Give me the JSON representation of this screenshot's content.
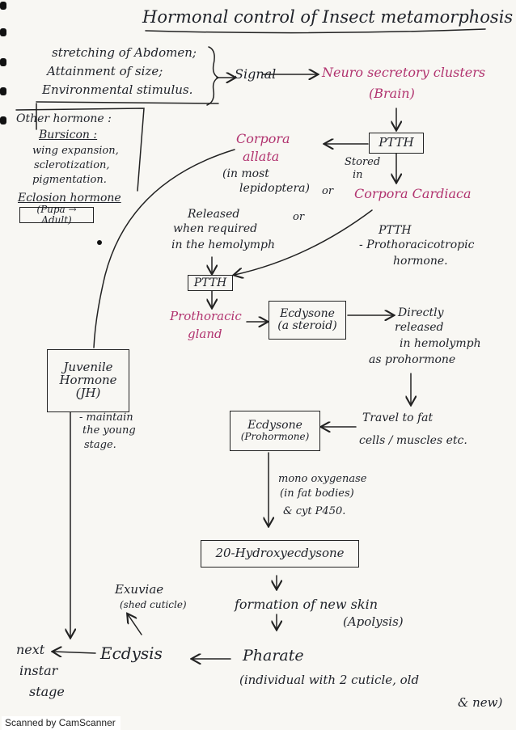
{
  "title": "Hormonal control of Insect metamorphosis",
  "stimuli": {
    "line1": "stretching of Abdomen;",
    "line2": "Attainment of size;",
    "line3": "Environmental stimulus."
  },
  "signal": "Signal",
  "neurosecretory": {
    "line1": "Neuro secretory clusters",
    "line2": "(Brain)"
  },
  "other_hormone": {
    "heading": "Other hormone :",
    "bursicon": "Bursicon :",
    "line1": "wing expansion,",
    "line2": "sclerotization,",
    "line3": "pigmentation.",
    "eclosion": "Eclosion hormone",
    "pupa": "(Pupa → Adult)"
  },
  "corpora_allata": {
    "line1": "Corpora",
    "line2": "allata",
    "note1": "(in most",
    "note2": "lepidoptera)",
    "or1": "or",
    "or2": "or"
  },
  "ptth_top": "PTTH",
  "stored_in": {
    "line1": "Stored",
    "line2": "in"
  },
  "corpora_cardiaca": "Corpora Cardiaca",
  "ptth_def": {
    "line1": "PTTH",
    "line2": "- Prothoracicotropic",
    "line3": "hormone."
  },
  "released": {
    "line1": "Released",
    "line2": "when required",
    "line3": "in the hemolymph"
  },
  "ptth_mid": "PTTH",
  "prothoracic": {
    "line1": "Prothoracic",
    "line2": "gland"
  },
  "ecdysone_box": {
    "line1": "Ecdysone",
    "line2": "(a steroid)"
  },
  "directly": {
    "line1": "Directly",
    "line2": "released",
    "line3": "in hemolymph",
    "line4": "as prohormone"
  },
  "juvenile": {
    "line1": "Juvenile",
    "line2": "Hormone",
    "line3": "(JH)"
  },
  "maintain": {
    "line1": "- maintain",
    "line2": "the young",
    "line3": "stage."
  },
  "travel": {
    "line1": "Travel to fat",
    "line2": "cells / muscles etc."
  },
  "ecdysone_pro": {
    "line1": "Ecdysone",
    "line2": "(Prohormone)"
  },
  "monooxygenase": {
    "line1": "mono oxygenase",
    "line2": "(in fat bodies)",
    "line3": "& cyt P450."
  },
  "hydroxy": "20-Hydroxyecdysone",
  "exuviae": {
    "line1": "Exuviae",
    "line2": "(shed cuticle)"
  },
  "formation": {
    "line1": "formation of new skin",
    "line2": "(Apolysis)"
  },
  "next_stage": {
    "line1": "next",
    "line2": "instar",
    "line3": "stage"
  },
  "ecdysis": "Ecdysis",
  "pharate": {
    "line1": "Pharate",
    "line2": "(individual with 2 cuticle, old",
    "line3": "& new)"
  },
  "footer": "Scanned by CamScanner",
  "colors": {
    "ink": "#20232a",
    "pink": "#b1336f",
    "paper": "#f8f7f3"
  }
}
